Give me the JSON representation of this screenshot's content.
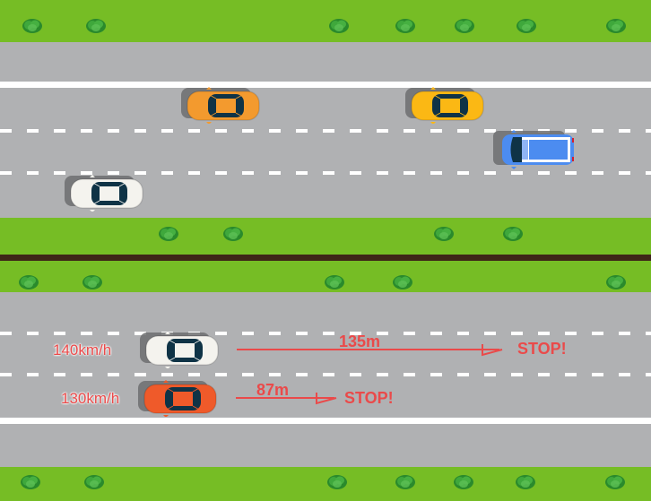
{
  "scene": {
    "title": "Braking distance comparison",
    "colors": {
      "grass": "#76bd25",
      "road": "#b0b1b3",
      "divider": "#3e2518",
      "annotation": "#ea4a4a",
      "lane_marking": "#ffffff"
    }
  },
  "top_road": {
    "cars": [
      {
        "name": "orange-car",
        "color": "#f39a2e"
      },
      {
        "name": "yellow-car",
        "color": "#fbb814"
      },
      {
        "name": "blue-van",
        "color": "#4c8cf0"
      },
      {
        "name": "white-car",
        "color": "#f4f3ee"
      }
    ]
  },
  "bottom_road": {
    "comparison": [
      {
        "car_color": "#f4f3ee",
        "speed": "140km/h",
        "distance": "135m",
        "stop_label": "STOP!"
      },
      {
        "car_color": "#ef5a2a",
        "speed": "130km/h",
        "distance": "87m",
        "stop_label": "STOP!"
      }
    ]
  }
}
